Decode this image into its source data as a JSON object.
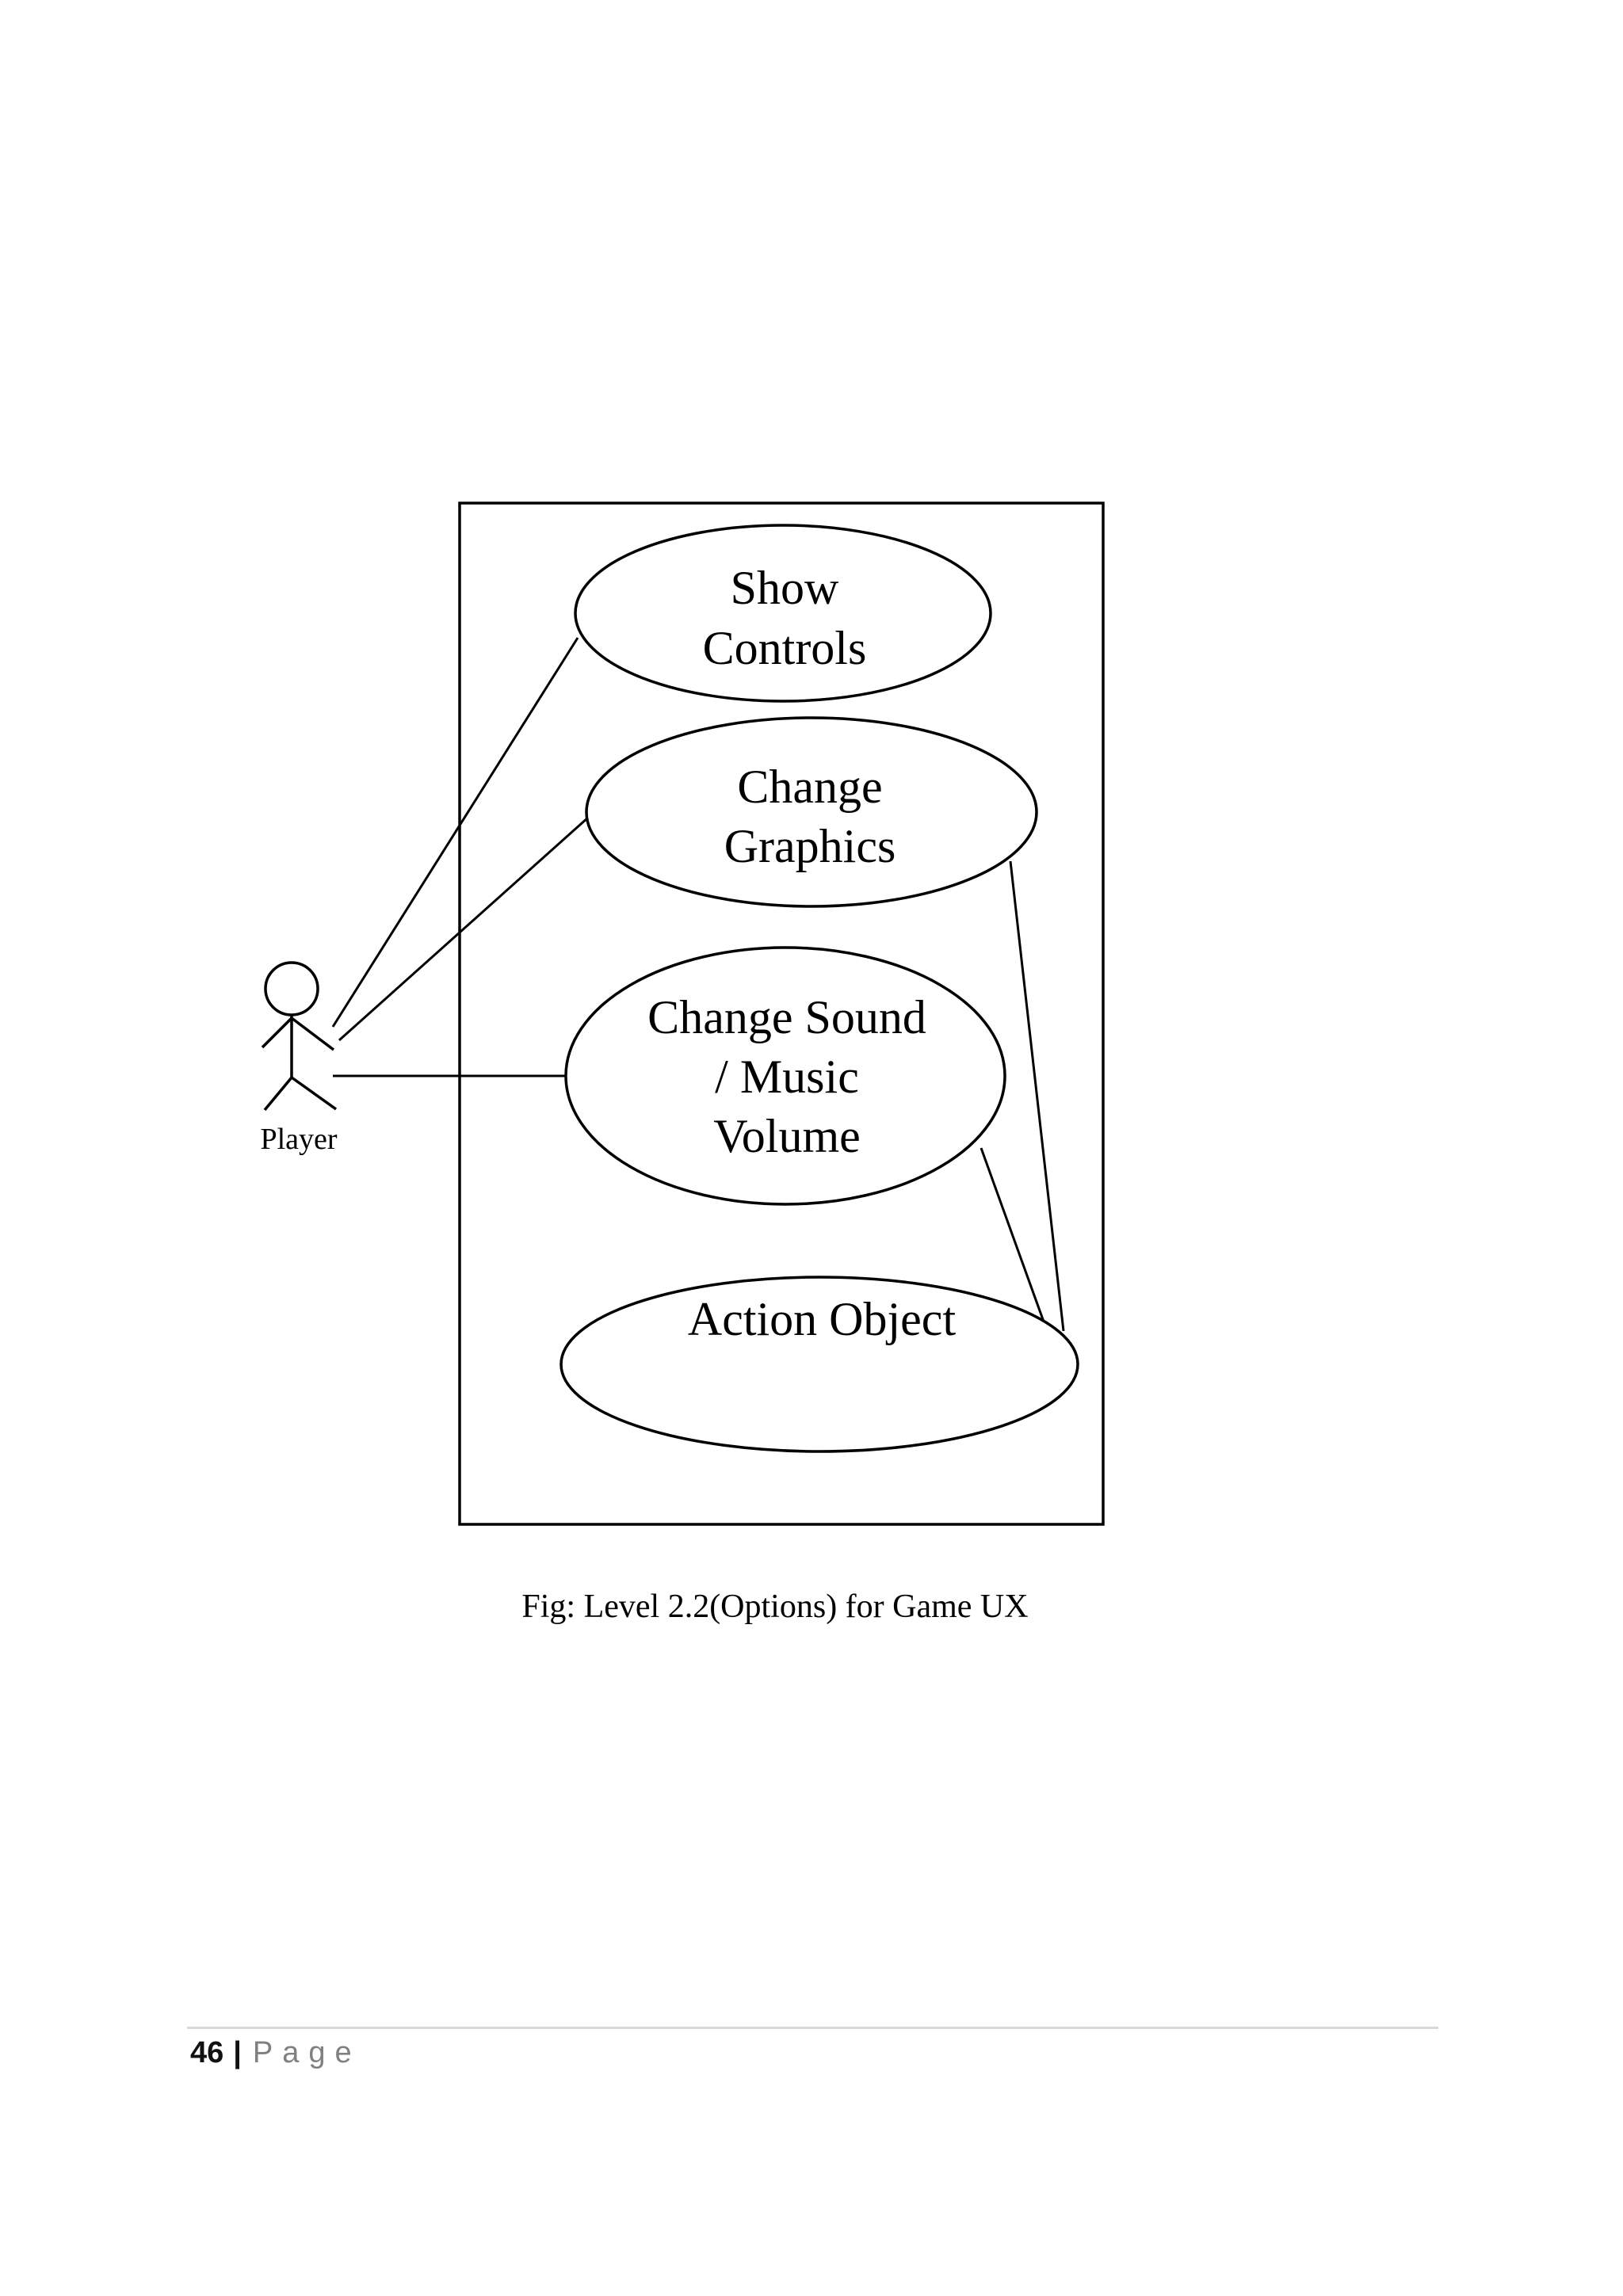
{
  "page": {
    "background": "#ffffff",
    "ink": "#000000"
  },
  "diagram": {
    "actor": {
      "label": "Player"
    },
    "use_cases": [
      {
        "id": "show-controls",
        "lines": [
          "Show",
          "Controls"
        ]
      },
      {
        "id": "change-graphics",
        "lines": [
          "Change",
          "Graphics"
        ]
      },
      {
        "id": "change-sound-music-volume",
        "lines": [
          "Change Sound",
          "/ Music",
          "Volume"
        ]
      },
      {
        "id": "action-object",
        "lines": [
          "Action Object"
        ]
      }
    ],
    "associations": [
      {
        "from": "player",
        "to": "show-controls"
      },
      {
        "from": "player",
        "to": "change-graphics"
      },
      {
        "from": "player",
        "to": "change-sound-music-volume"
      },
      {
        "from": "change-graphics",
        "to": "action-object"
      },
      {
        "from": "change-sound-music-volume",
        "to": "action-object"
      }
    ],
    "caption": "Fig: Level 2.2(Options) for Game UX"
  },
  "footer": {
    "page_number": "46",
    "separator": "|",
    "label": "Page",
    "number_color": "#111111",
    "label_color": "#808080",
    "rule_color": "#d9d9d9"
  }
}
